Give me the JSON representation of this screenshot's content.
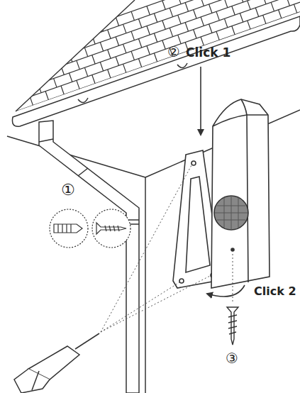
{
  "diagram": {
    "labels": [
      "①",
      "②",
      "Click 1",
      "Click 2",
      "③"
    ]
  }
}
